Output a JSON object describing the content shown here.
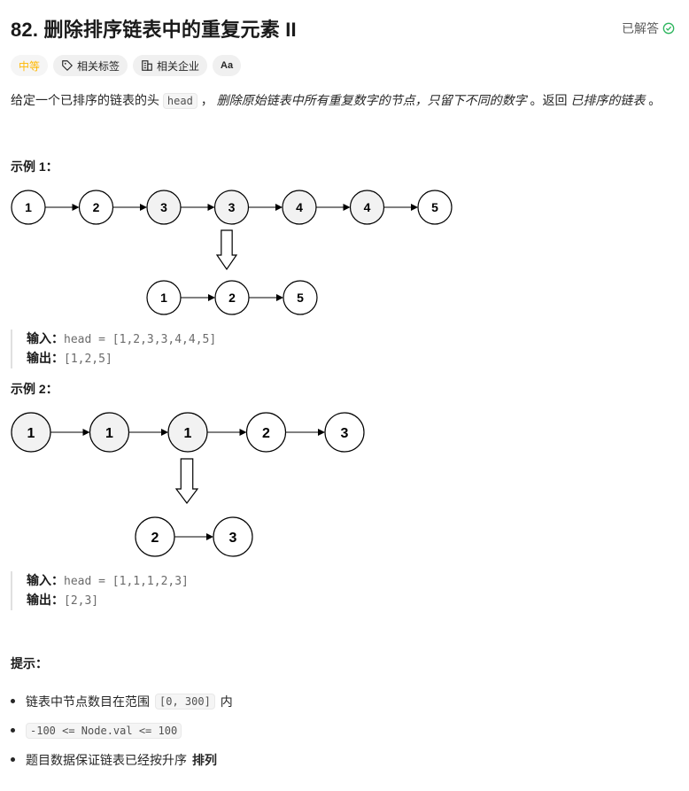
{
  "problem": {
    "title": "82. 删除排序链表中的重复元素 II",
    "status": "已解答",
    "tags": [
      {
        "label": "中等",
        "icon": ""
      },
      {
        "label": "相关标签",
        "icon": "tag-icon"
      },
      {
        "label": "相关企业",
        "icon": "building-icon"
      },
      {
        "label": "Aa",
        "icon": "translate-icon"
      }
    ]
  },
  "description": {
    "p1": "给定一个已排序的链表的头",
    "code": "head",
    "p2": "，",
    "em1": "删除原始链表中所有重复数字的节点，只留下不同的数字",
    "p3": "。返回",
    "em2": "已排序的链表",
    "p4": "。"
  },
  "examples": [
    {
      "heading": "示例 1：",
      "input_label": "输入：",
      "input_value": "head = [1,2,3,3,4,4,5]",
      "output_label": "输出：",
      "output_value": "[1,2,5]",
      "before": [
        "1",
        "2",
        "3",
        "3",
        "4",
        "4",
        "5"
      ],
      "before_removed": [
        false,
        false,
        true,
        true,
        true,
        true,
        false
      ],
      "after": [
        "1",
        "2",
        "5"
      ]
    },
    {
      "heading": "示例 2：",
      "input_label": "输入：",
      "input_value": "head = [1,1,1,2,3]",
      "output_label": "输出：",
      "output_value": "[2,3]",
      "before": [
        "1",
        "1",
        "1",
        "2",
        "3"
      ],
      "before_removed": [
        true,
        true,
        true,
        false,
        false
      ],
      "after": [
        "2",
        "3"
      ]
    }
  ],
  "hints": {
    "heading": "提示：",
    "items": [
      {
        "pre": "链表中节点数目在范围",
        "code": "[0, 300]",
        "post": "内",
        "bold": ""
      },
      {
        "pre": "",
        "code": "-100 <= Node.val <= 100",
        "post": "",
        "bold": ""
      },
      {
        "pre": "题目数据保证链表已经按升序",
        "code": "",
        "post": "",
        "bold": "排列"
      }
    ]
  },
  "colors": {
    "difficulty": "#ffb800",
    "solved_check": "#2db55d",
    "removed_node_fill": "#f2f2f2"
  }
}
